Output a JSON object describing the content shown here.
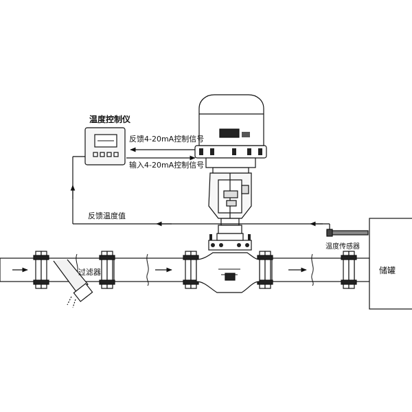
{
  "labels": {
    "controller": "温度控制仪",
    "feedback_signal": "反馈4-20mA控制信号",
    "input_signal": "输入4-20mA控制信号",
    "feedback_temp": "反馈温度值",
    "filter": "过滤器",
    "temp_sensor": "温度传感器",
    "tank": "储罐"
  },
  "colors": {
    "line": "#111111",
    "pipe_fill": "#ffffff",
    "shade": "#dcdcdc"
  }
}
